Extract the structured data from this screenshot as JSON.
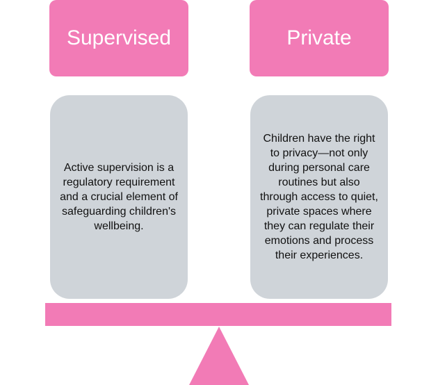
{
  "left": {
    "title": "Supervised",
    "text": "Active supervision is a regulatory requirement and a crucial element of safeguarding children's wellbeing."
  },
  "right": {
    "title": "Private",
    "text": "Children have the right to privacy—not only during personal care routines but also through access to quiet, private spaces where they can regulate their emotions and process their experiences."
  },
  "colors": {
    "accent": "#f27bb6",
    "panel": "#cfd4d9"
  }
}
